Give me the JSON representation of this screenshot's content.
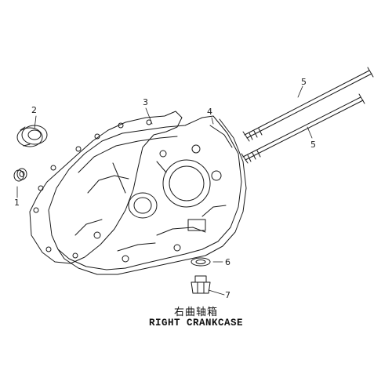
{
  "caption": {
    "chinese": "右曲轴箱",
    "english": "RIGHT CRANKCASE"
  },
  "callouts": [
    {
      "id": "1",
      "label": "1"
    },
    {
      "id": "2",
      "label": "2"
    },
    {
      "id": "3",
      "label": "3"
    },
    {
      "id": "4",
      "label": "4"
    },
    {
      "id": "5a",
      "label": "5"
    },
    {
      "id": "5b",
      "label": "5"
    },
    {
      "id": "6",
      "label": "6"
    },
    {
      "id": "7",
      "label": "7"
    }
  ],
  "colors": {
    "line": "#1a1a1a",
    "background": "#ffffff"
  }
}
